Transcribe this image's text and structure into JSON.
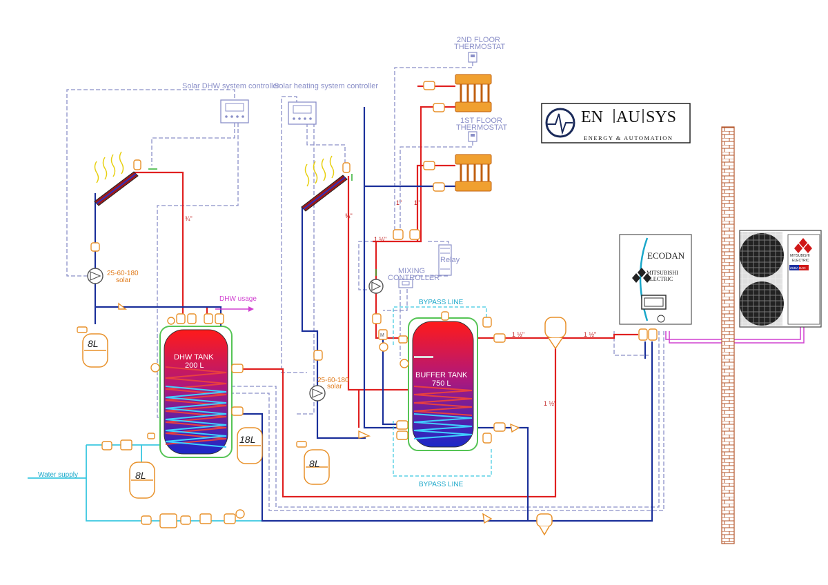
{
  "logo": {
    "brand": "EN|AU|SYS",
    "brand_letters": [
      "EN",
      "AU",
      "SYS"
    ],
    "tagline": "ENERGY & AUTOMATION"
  },
  "controllers": {
    "solar_dhw": "Solar DHW system controller",
    "solar_heating": "Solar heating system controller",
    "mixing": [
      "MIXING",
      "CONTROLLER"
    ]
  },
  "thermostats": {
    "second_floor": [
      "2ND FLOOR",
      "THERMOSTAT"
    ],
    "first_floor": [
      "1ST FLOOR",
      "THERMOSTAT"
    ]
  },
  "pumps": {
    "dhw_pump": [
      "25-60-180",
      "solar"
    ],
    "heating_pump": [
      "25-60-180",
      "solar"
    ]
  },
  "vessels": {
    "dhw_expansion": "8L",
    "heating_expansion": "8L",
    "supply_expansion": "8L",
    "dhw_vessel": "18L"
  },
  "tanks": {
    "dhw": [
      "DHW TANK",
      "200 L"
    ],
    "buffer": [
      "BUFFER TANK",
      "750 L"
    ]
  },
  "labels": {
    "dhw_usage": "DHW usage",
    "water_supply": "Water supply",
    "bypass_top": "BYPASS LINE",
    "bypass_bottom": "BYPASS LINE",
    "relay": "Relay",
    "m": "M"
  },
  "pipe_sizes": {
    "dhw_solar": "¾\"",
    "heating_solar": "¾\"",
    "floor_left": "1\"",
    "floor_right": "1\"",
    "buffer_feed": "1 ½\"",
    "hp_out1": "1 ½\"",
    "hp_out2": "1 ½\"",
    "hp_return": "1 ½\""
  },
  "heat_pump": {
    "indoor": {
      "model": "ECODAN",
      "brand": [
        "MITSUBISHI",
        "ELECTRIC"
      ]
    },
    "outdoor": {
      "brand": [
        "MITSUBISHI",
        "ELECTRIC"
      ],
      "badge": "ZUBA DAN"
    }
  },
  "colors": {
    "hot": "#e02020",
    "cold": "#1a2f9a",
    "supply": "#39c7e0",
    "control": "#8a8fc8",
    "fitting": "#e8912a",
    "tank_frame": "#55c455",
    "usage": "#d040d0",
    "wall": "#b5552a"
  }
}
